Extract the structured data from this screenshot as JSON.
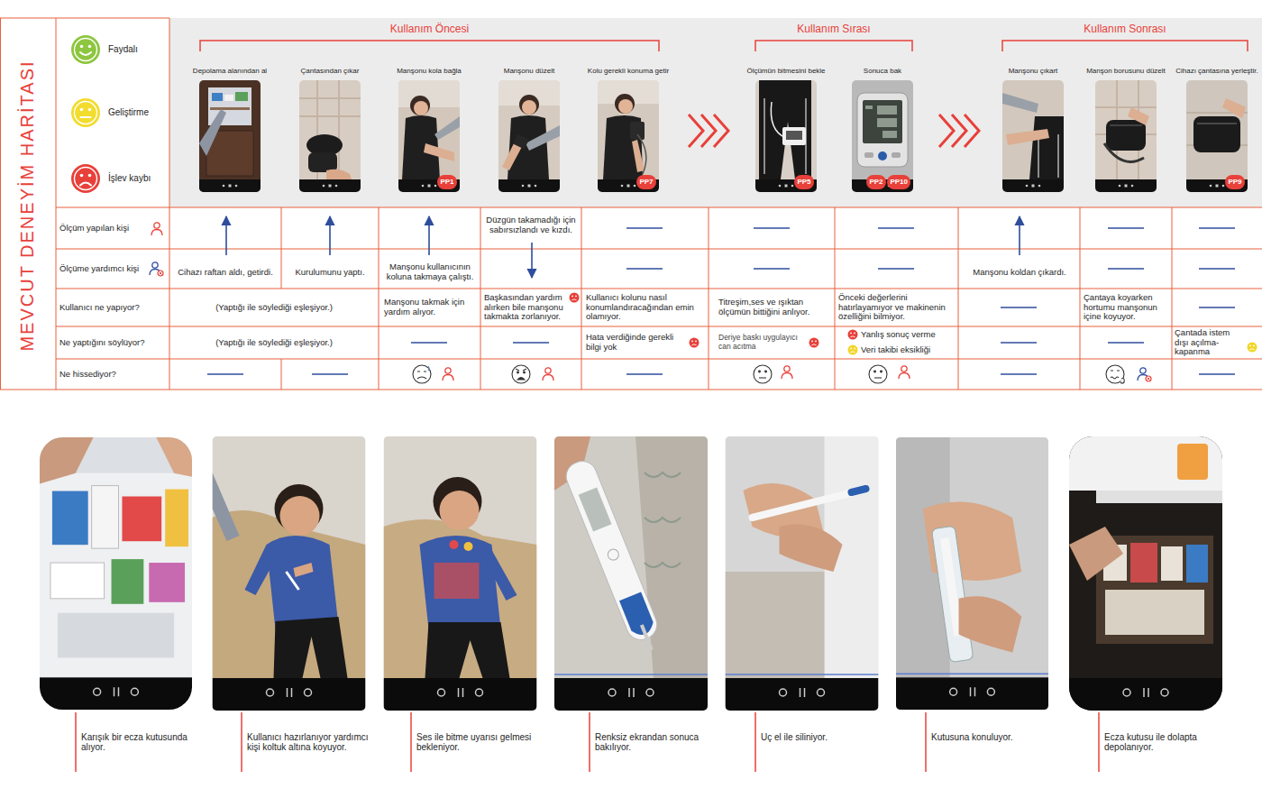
{
  "diagram": {
    "title": "MEVCUT DENEYİM HARİTASI",
    "nodes": [
      {
        "text": [
          "Depolama alanından al"
        ]
      },
      {
        "text": [
          "Çantasından çıkar"
        ]
      },
      {
        "text": [
          "Manşonu kola bağla"
        ]
      },
      {
        "text": [
          "PP1"
        ],
        "in": 2
      },
      {
        "text": [
          "Manşonu düzelt"
        ]
      },
      {
        "text": [
          "Kolu gerekli konuma getir"
        ]
      },
      {
        "text": [
          "PP7"
        ],
        "in": 5
      },
      {
        "text": [
          "Ölçümün bitmesini bekle"
        ]
      },
      {
        "text": [
          "PP5"
        ],
        "in": 7
      },
      {
        "text": [
          "Sonuca bak"
        ]
      },
      {
        "text": [
          "PP2"
        ],
        "in": 9
      },
      {
        "text": [
          "PP10"
        ],
        "in": 9
      },
      {
        "text": [
          "Manşonu çıkart"
        ]
      },
      {
        "text": [
          "Manşon borusunu düzelt"
        ]
      },
      {
        "text": [
          "Cihazı çantasına yerleştir."
        ]
      },
      {
        "text": [
          "PP9"
        ],
        "in": 14
      }
    ],
    "labels": [
      "Kullanım Öncesi",
      "Kullanım Sırası",
      "Kullanım Sonrası",
      "Ölçüm yapılan kişi",
      "Ölçüme yardımcı kişi",
      "Kullanıcı ne yapıyor?",
      "Ne yaptığını söylüyor?",
      "Ne hissediyor?",
      "Düzgün takamadığı için sabırsızlandı ve kızdı.",
      "Cihazı raftan aldı, getirdi.",
      "Kurulumunu yaptı.",
      "Manşonu kullanıcının koluna takmaya çalıştı.",
      "Manşonu koldan çıkardı.",
      "(Yaptığı ile söylediği eşleşiyor.)",
      "Manşonu takmak için yardım alıyor.",
      "Başkasından yardım alırken bile manşonu takmakta zorlanıyor.",
      "Kullanıcı kolunu nasıl konumlandıracağından emin olamıyor.",
      "Titreşim,ses ve ışıktan ölçümün bittiğini anlıyor.",
      "Önceki değerlerini hatırlayamıyor ve makinenin özelliğini bilmiyor.",
      "Çantaya koyarken hortumu manşonun içine koyuyor.",
      "(Yaptığı ile söylediği eşleşiyor.)",
      "Hata verdiğinde gerekli bilgi yok",
      "Deriye baskı uygulayıcı can acıtma",
      "Yanlış sonuç verme",
      "Veri takibi eksikliği",
      "Çantada istem dışı açılma-kapanma",
      "Karışık bir ecza kutusunda alıyor.",
      "Kullanıcı hazırlanıyor yardımcı kişi koltuk altına koyuyor.",
      "Ses ile bitme uyarısı gelmesi bekleniyor.",
      "Renksiz ekrandan sonuca bakılıyor.",
      "Uç el ile siliniyor.",
      "Kutusuna konuluyor.",
      "Ecza kutusu ile dolapta depolanıyor."
    ],
    "legend": [
      {
        "text": "Faydalı",
        "color": "#8dc63f"
      },
      {
        "text": "Geliştirme",
        "color": "#f2dc2e"
      },
      {
        "text": "İşlev kaybı",
        "color": "#e8403a"
      }
    ]
  }
}
